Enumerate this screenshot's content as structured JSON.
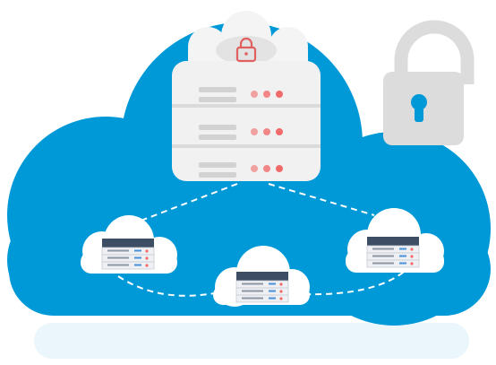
{
  "colors": {
    "cloud": "#0099d8",
    "cloud_reflection": "#e6f3fb",
    "white_cloud": "#ffffff",
    "server_body": "#f1f1f1",
    "server_shadow": "#d9d9d9",
    "slot_bar": "#d2d2d2",
    "indicator": "#f26b6b",
    "lock_outline": "#e06060",
    "background_lock": "#dcdcdc",
    "rack_dark": "#3d4d63",
    "rack_unit": "#eef0f3",
    "connector": "#ffffff"
  },
  "icons": {
    "main_lock": "padlock-icon",
    "background_lock": "padlock-icon",
    "server": "database-server-icon",
    "rack": "rack-server-icon"
  },
  "main_server": {
    "tiers": 3,
    "indicators_per_tier": 3
  },
  "network": {
    "nodes": [
      {
        "id": "left-node",
        "rack_units": 3
      },
      {
        "id": "center-node",
        "rack_units": 3
      },
      {
        "id": "right-node",
        "rack_units": 3
      }
    ]
  }
}
